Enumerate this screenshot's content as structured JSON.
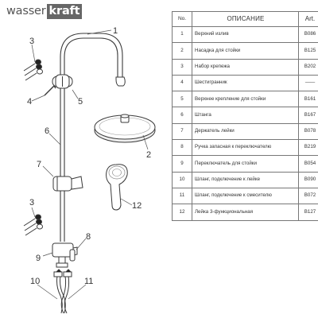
{
  "logo": {
    "part1": "wasser",
    "part2": "kraft"
  },
  "drawing": {
    "callouts": [
      "1",
      "2",
      "3",
      "4",
      "5",
      "6",
      "7",
      "8",
      "9",
      "10",
      "11",
      "12",
      "3"
    ]
  },
  "table": {
    "headers": {
      "no": "No.",
      "description": "ОПИСАНИЕ",
      "art": "Art."
    },
    "rows": [
      {
        "no": "1",
        "description": "Верхний излив",
        "art": "B086"
      },
      {
        "no": "2",
        "description": "Насадка для стойки",
        "art": "B125"
      },
      {
        "no": "3",
        "description": "Набор крепежа",
        "art": "B202"
      },
      {
        "no": "4",
        "description": "Шестигранник",
        "art": "——"
      },
      {
        "no": "5",
        "description": "Верхнее крепление для стойки",
        "art": "B161"
      },
      {
        "no": "6",
        "description": "Штанга",
        "art": "B167"
      },
      {
        "no": "7",
        "description": "Держатель лейки",
        "art": "B078"
      },
      {
        "no": "8",
        "description": "Ручка запасная к переключателю",
        "art": "B219"
      },
      {
        "no": "9",
        "description": "Переключатель для стойки",
        "art": "B054"
      },
      {
        "no": "10",
        "description": "Шланг, подключение к лейке",
        "art": "B090"
      },
      {
        "no": "11",
        "description": "Шланг, подключение к смесителю",
        "art": "B072"
      },
      {
        "no": "12",
        "description": "Лейка 3-функциональная",
        "art": "B127"
      }
    ]
  }
}
